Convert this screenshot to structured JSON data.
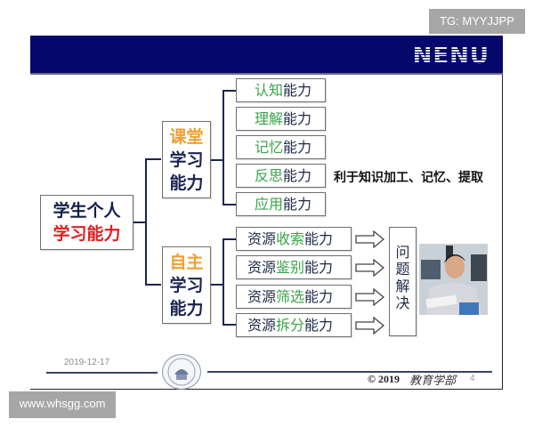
{
  "watermarks": {
    "top_right": "TG: MYYJJPP",
    "bottom_left": "www.whsgg.com"
  },
  "slide": {
    "header": {
      "logo": "NENU",
      "bar_color": "#05086a"
    },
    "root": {
      "line1": "学生个人",
      "line2": "学习能力"
    },
    "categories": [
      {
        "prefix": "课堂",
        "line2": "学习",
        "line3": "能力",
        "skills": [
          {
            "green": "认知",
            "suffix": "能力"
          },
          {
            "green": "理解",
            "suffix": "能力"
          },
          {
            "green": "记忆",
            "suffix": "能力"
          },
          {
            "green": "反思",
            "suffix": "能力"
          },
          {
            "green": "应用",
            "suffix": "能力"
          }
        ],
        "note": "利于知识加工、记忆、提取"
      },
      {
        "prefix": "自主",
        "line2": "学习",
        "line3": "能力",
        "skills": [
          {
            "prefix": "资源",
            "green": "收索",
            "suffix": "能力"
          },
          {
            "prefix": "资源",
            "green": "鉴别",
            "suffix": "能力"
          },
          {
            "prefix": "资源",
            "green": "筛选",
            "suffix": "能力"
          },
          {
            "prefix": "资源",
            "green": "拆分",
            "suffix": "能力"
          }
        ],
        "outcome": [
          "问",
          "题",
          "解",
          "决"
        ]
      }
    ],
    "footer": {
      "date": "2019-12-17",
      "copyright": "© 2019",
      "org": "教育学部",
      "page": "4"
    },
    "colors": {
      "orange": "#f0a030",
      "red": "#e02020",
      "green": "#3aa34a",
      "navy": "#1a2550"
    }
  }
}
